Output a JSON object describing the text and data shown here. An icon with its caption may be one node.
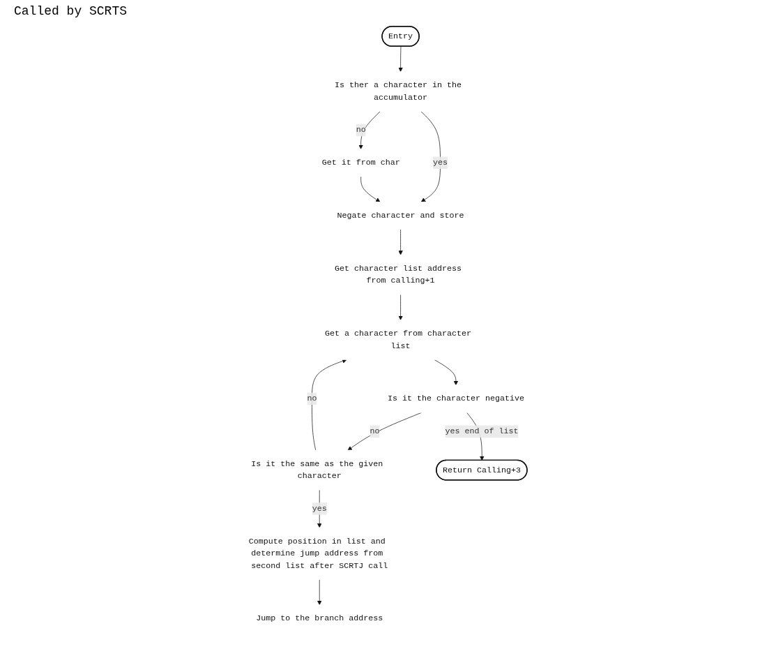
{
  "diagram": {
    "nodes": [
      {
        "text": [
          "Entry"
        ]
      },
      {
        "text": [
          "Is ther a character in the accumulator"
        ]
      },
      {
        "text": [
          "Get it from char"
        ]
      },
      {
        "text": [
          "Negate character and store"
        ]
      },
      {
        "text": [
          "Get character list address from calling+1"
        ]
      },
      {
        "text": [
          "Get a character from character list"
        ]
      },
      {
        "text": [
          "Is it the character negative"
        ]
      },
      {
        "text": [
          "Is it the same as the given character"
        ]
      },
      {
        "text": [
          "Return Calling+3"
        ]
      },
      {
        "text": [
          "Compute position in list and determine jump address from second list after SCRTJ call"
        ]
      },
      {
        "text": [
          "Jump to the branch address"
        ]
      }
    ],
    "edges": [
      {
        "from": 0,
        "to": 1,
        "arrow": "to"
      },
      {
        "from": 1,
        "to": 2,
        "arrow": "to",
        "label": "no"
      },
      {
        "from": 1,
        "to": 3,
        "arrow": "to",
        "label": "yes"
      },
      {
        "from": 2,
        "to": 3,
        "arrow": "to"
      },
      {
        "from": 3,
        "to": 4,
        "arrow": "to"
      },
      {
        "from": 4,
        "to": 5,
        "arrow": "to"
      },
      {
        "from": 5,
        "to": 6,
        "arrow": "to"
      },
      {
        "from": 6,
        "to": 7,
        "arrow": "to",
        "label": "no"
      },
      {
        "from": 6,
        "to": 8,
        "arrow": "to",
        "label": "yes end of list"
      },
      {
        "from": 7,
        "to": 5,
        "arrow": "to",
        "label": "no"
      },
      {
        "from": 7,
        "to": 9,
        "arrow": "to",
        "label": "yes"
      },
      {
        "from": 9,
        "to": 10,
        "arrow": "to"
      }
    ],
    "labels": [
      "Called by SCRTS"
    ]
  }
}
